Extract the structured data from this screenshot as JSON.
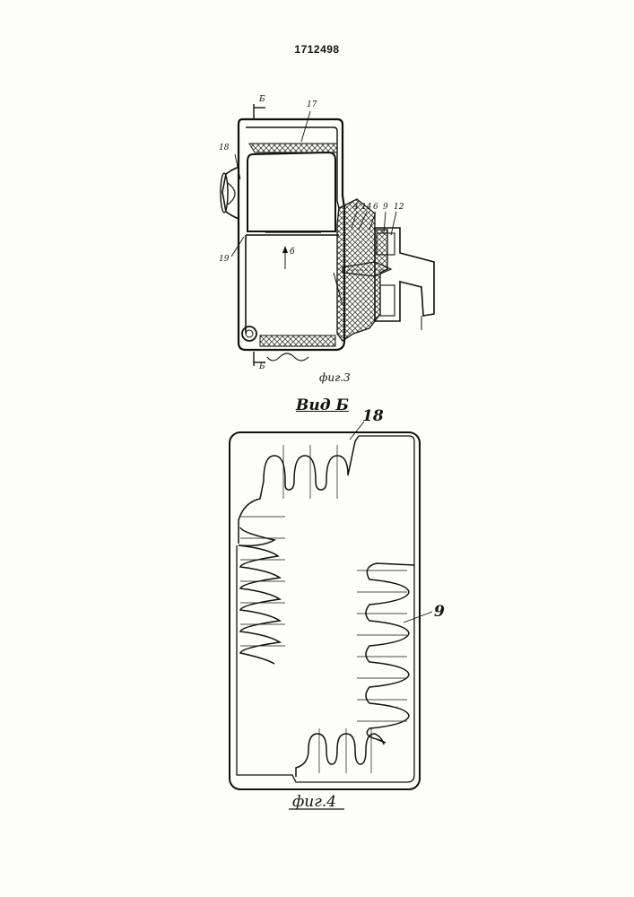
{
  "document": {
    "page_number": "1712498",
    "figure3": {
      "caption": "фиг.3",
      "labels": {
        "section_top": "Б",
        "section_bottom": "Б",
        "arrow_label": "б",
        "n17": "17",
        "n18": "18",
        "n19": "19",
        "n4": "4",
        "n14": "14",
        "n6": "6",
        "n9": "9",
        "n12": "12"
      }
    },
    "view_title": "Вид Б",
    "figure4": {
      "caption": "фиг.4",
      "labels": {
        "n18": "18",
        "n9": "9"
      }
    }
  }
}
